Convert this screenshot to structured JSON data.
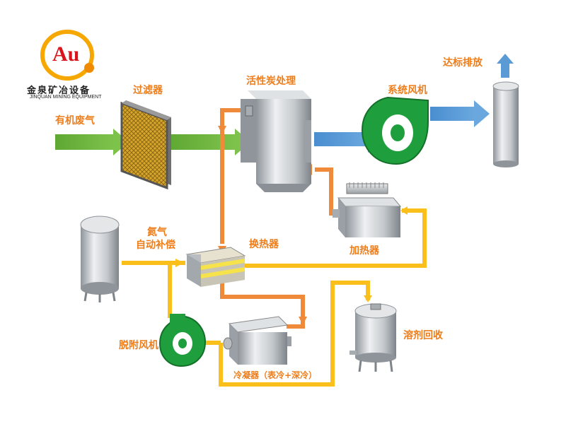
{
  "logo": {
    "mark": "Au",
    "brand_cn": "金泉矿冶设备",
    "brand_en": "JINQUAN MINING EQUIPMENT",
    "colors": {
      "ring": "#f6a800",
      "text": "#d8141c",
      "dot": "#f08a00"
    }
  },
  "labels": {
    "organic_gas": "有机废气",
    "filter": "过滤器",
    "carbon": "活性炭处理",
    "system_fan": "系统风机",
    "discharge": "达标排放",
    "nitrogen_line1": "氮气",
    "nitrogen_line2": "自动补偿",
    "heat_exchanger": "换热器",
    "heater": "加热器",
    "desorption_fan": "脱附风机",
    "condenser": "冷凝器（表冷+深冷）",
    "solvent_recovery": "溶剂回收"
  },
  "colors": {
    "label": "#ee7d1a",
    "green_flow": "#6db33f",
    "blue_flow": "#5b9bd5",
    "orange_flow": "#ee8a3a",
    "yellow_flow": "#fbbf1c",
    "fan_green": "#1e9e3c",
    "steel": "#b9bdc2"
  },
  "icons": [
    "logo-icon",
    "filter-icon",
    "carbon-tower-icon",
    "system-fan-icon",
    "chimney-icon",
    "nitrogen-tank-icon",
    "heat-exchanger-icon",
    "heater-icon",
    "desorption-fan-icon",
    "condenser-icon",
    "recovery-tank-icon"
  ]
}
